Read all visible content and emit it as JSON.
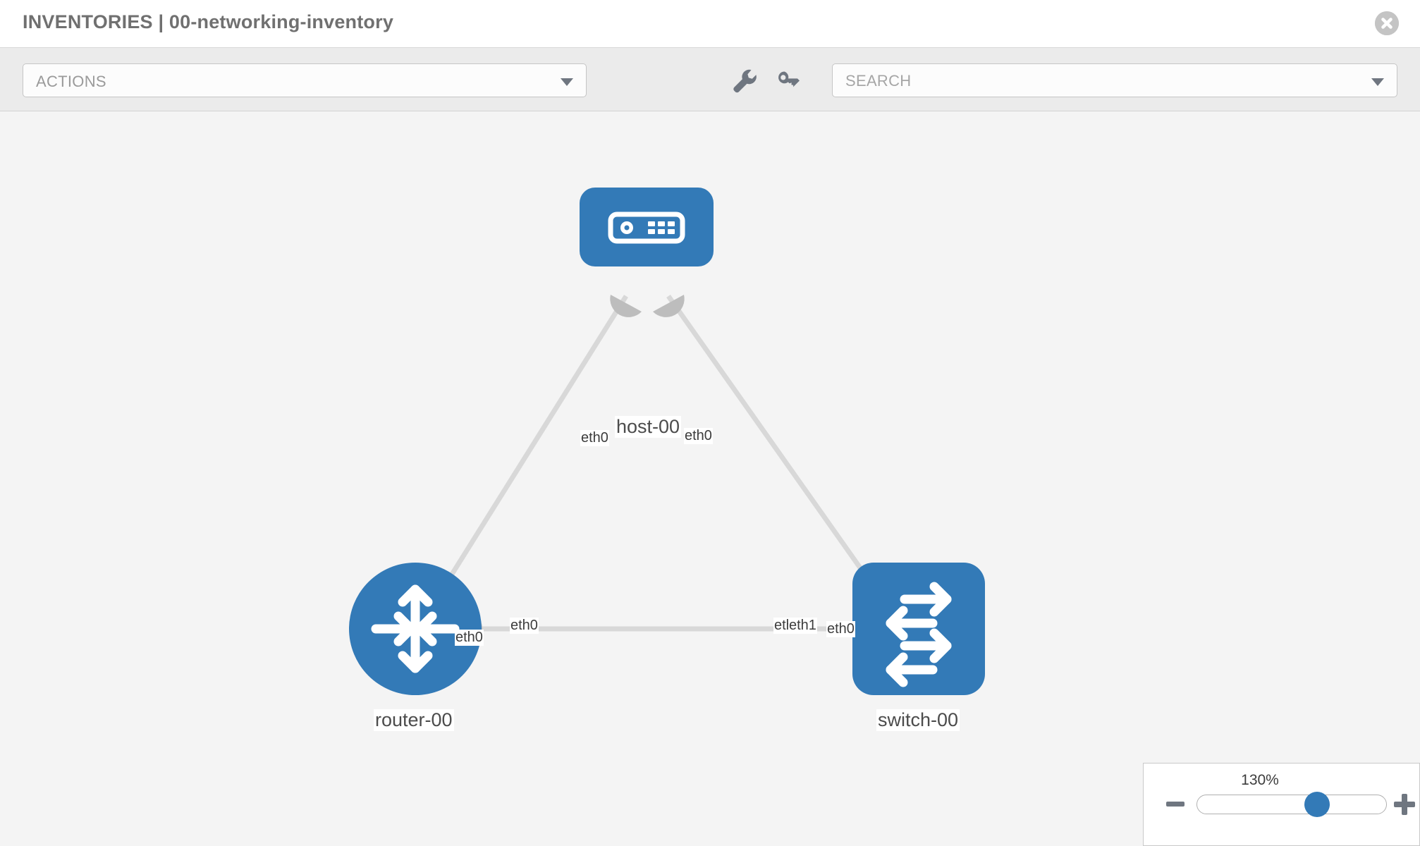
{
  "header": {
    "title": "INVENTORIES | 00-networking-inventory",
    "close_icon": "close-circle-icon"
  },
  "toolbar": {
    "actions_label": "ACTIONS",
    "actions_caret_icon": "chevron-down-icon",
    "wrench_icon": "wrench-icon",
    "key_icon": "key-icon",
    "search_placeholder": "SEARCH",
    "search_caret_icon": "chevron-down-icon"
  },
  "topology": {
    "nodes": [
      {
        "id": "host-00",
        "label": "host-00",
        "type": "host",
        "icon": "server-icon"
      },
      {
        "id": "router-00",
        "label": "router-00",
        "type": "router",
        "icon": "router-arrows-icon"
      },
      {
        "id": "switch-00",
        "label": "switch-00",
        "type": "switch",
        "icon": "switch-arrows-icon"
      }
    ],
    "links": [
      {
        "from": "host-00",
        "to": "router-00",
        "from_port": "eth0",
        "to_port": "eth0"
      },
      {
        "from": "host-00",
        "to": "switch-00",
        "from_port": "eth0",
        "to_port": "eth0"
      },
      {
        "from": "router-00",
        "to": "switch-00",
        "from_port": "eth0",
        "to_port": "eth1"
      }
    ],
    "port_labels": {
      "host_left": "eth0",
      "host_right": "eth0",
      "router_up": "eth0",
      "switch_up": "eth0",
      "router_right": "eth0",
      "switch_left_under": "eth0",
      "switch_left": "eth1"
    },
    "colors": {
      "node_blue": "#337ab7",
      "link_gray": "#d8d8d8",
      "stub_gray": "#bdbdbd",
      "canvas_bg": "#f4f4f4"
    }
  },
  "zoom_control": {
    "value": "130%",
    "minus_label": "zoom-out",
    "plus_label": "zoom-in"
  }
}
